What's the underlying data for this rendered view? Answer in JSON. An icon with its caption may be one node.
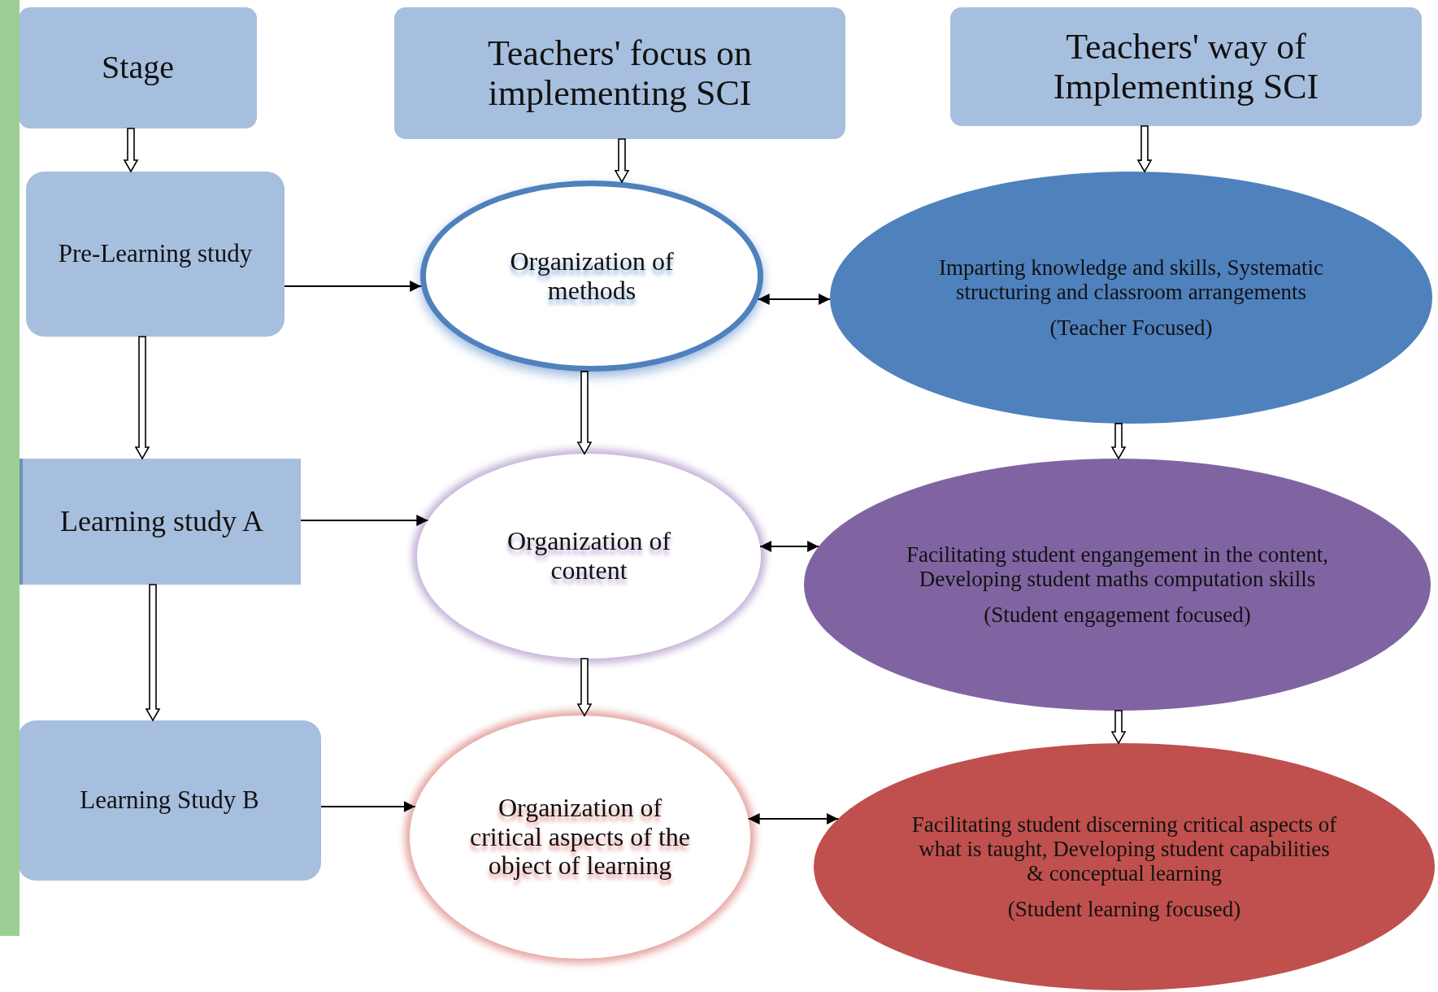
{
  "diagram": {
    "nodes": [
      {
        "text": [
          "Stage"
        ]
      },
      {
        "text": [
          "Teachers' focus on implementing SCI"
        ]
      },
      {
        "text": [
          "Teachers' way of Implementing SCI"
        ]
      },
      {
        "text": [
          "Pre-Learning study"
        ]
      },
      {
        "text": [
          "Organization of methods"
        ]
      },
      {
        "text": [
          "Imparting knowledge and skills, Systematic structuring and classroom arrangements",
          "(Teacher Focused)"
        ]
      },
      {
        "text": [
          "Learning study A"
        ]
      },
      {
        "text": [
          "Organization of content"
        ]
      },
      {
        "text": [
          "Facilitating student engangement in the content, Developing student maths computation skills",
          "(Student engagement focused)"
        ]
      },
      {
        "text": [
          "Learning Study B"
        ]
      },
      {
        "text": [
          "Organization of critical aspects of the object of learning"
        ]
      },
      {
        "text": [
          "Facilitating student discerning critical aspects of what is taught, Developing student capabilities & conceptual learning",
          "(Student learning focused)"
        ]
      },
      {
        "text": [],
        "shape": "bar"
      }
    ],
    "edges": [
      {
        "from": 0,
        "to": 3,
        "arrow": "to",
        "style": "thick"
      },
      {
        "from": 1,
        "to": 4,
        "arrow": "to",
        "style": "thick"
      },
      {
        "from": 2,
        "to": 5,
        "arrow": "to",
        "style": "thick"
      },
      {
        "from": 3,
        "to": 4,
        "arrow": "to"
      },
      {
        "from": 4,
        "to": 5,
        "arrow": "both"
      },
      {
        "from": 3,
        "to": 6,
        "arrow": "to",
        "style": "thick"
      },
      {
        "from": 4,
        "to": 7,
        "arrow": "to",
        "style": "thick"
      },
      {
        "from": 5,
        "to": 8,
        "arrow": "to",
        "style": "thick"
      },
      {
        "from": 6,
        "to": 7,
        "arrow": "to"
      },
      {
        "from": 7,
        "to": 8,
        "arrow": "both"
      },
      {
        "from": 6,
        "to": 9,
        "arrow": "to",
        "style": "thick"
      },
      {
        "from": 7,
        "to": 10,
        "arrow": "to",
        "style": "thick"
      },
      {
        "from": 8,
        "to": 11,
        "arrow": "to",
        "style": "thick"
      },
      {
        "from": 9,
        "to": 10,
        "arrow": "to"
      },
      {
        "from": 10,
        "to": 11,
        "arrow": "both"
      }
    ]
  }
}
